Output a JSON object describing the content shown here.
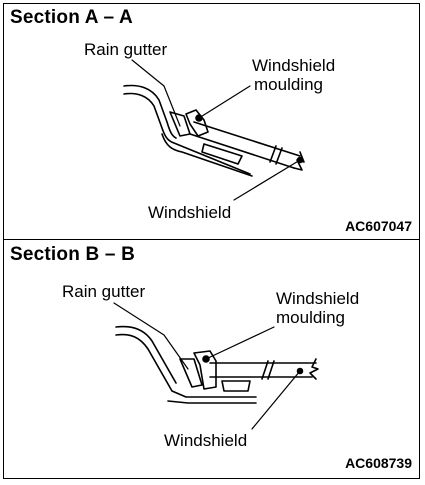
{
  "section_a": {
    "title": "Section A – A",
    "label_rain_gutter": "Rain gutter",
    "label_moulding_line1": "Windshield",
    "label_moulding_line2": "moulding",
    "label_windshield": "Windshield",
    "code": "AC607047"
  },
  "section_b": {
    "title": "Section B – B",
    "label_rain_gutter": "Rain gutter",
    "label_moulding_line1": "Windshield",
    "label_moulding_line2": "moulding",
    "label_windshield": "Windshield",
    "code": "AC608739"
  }
}
